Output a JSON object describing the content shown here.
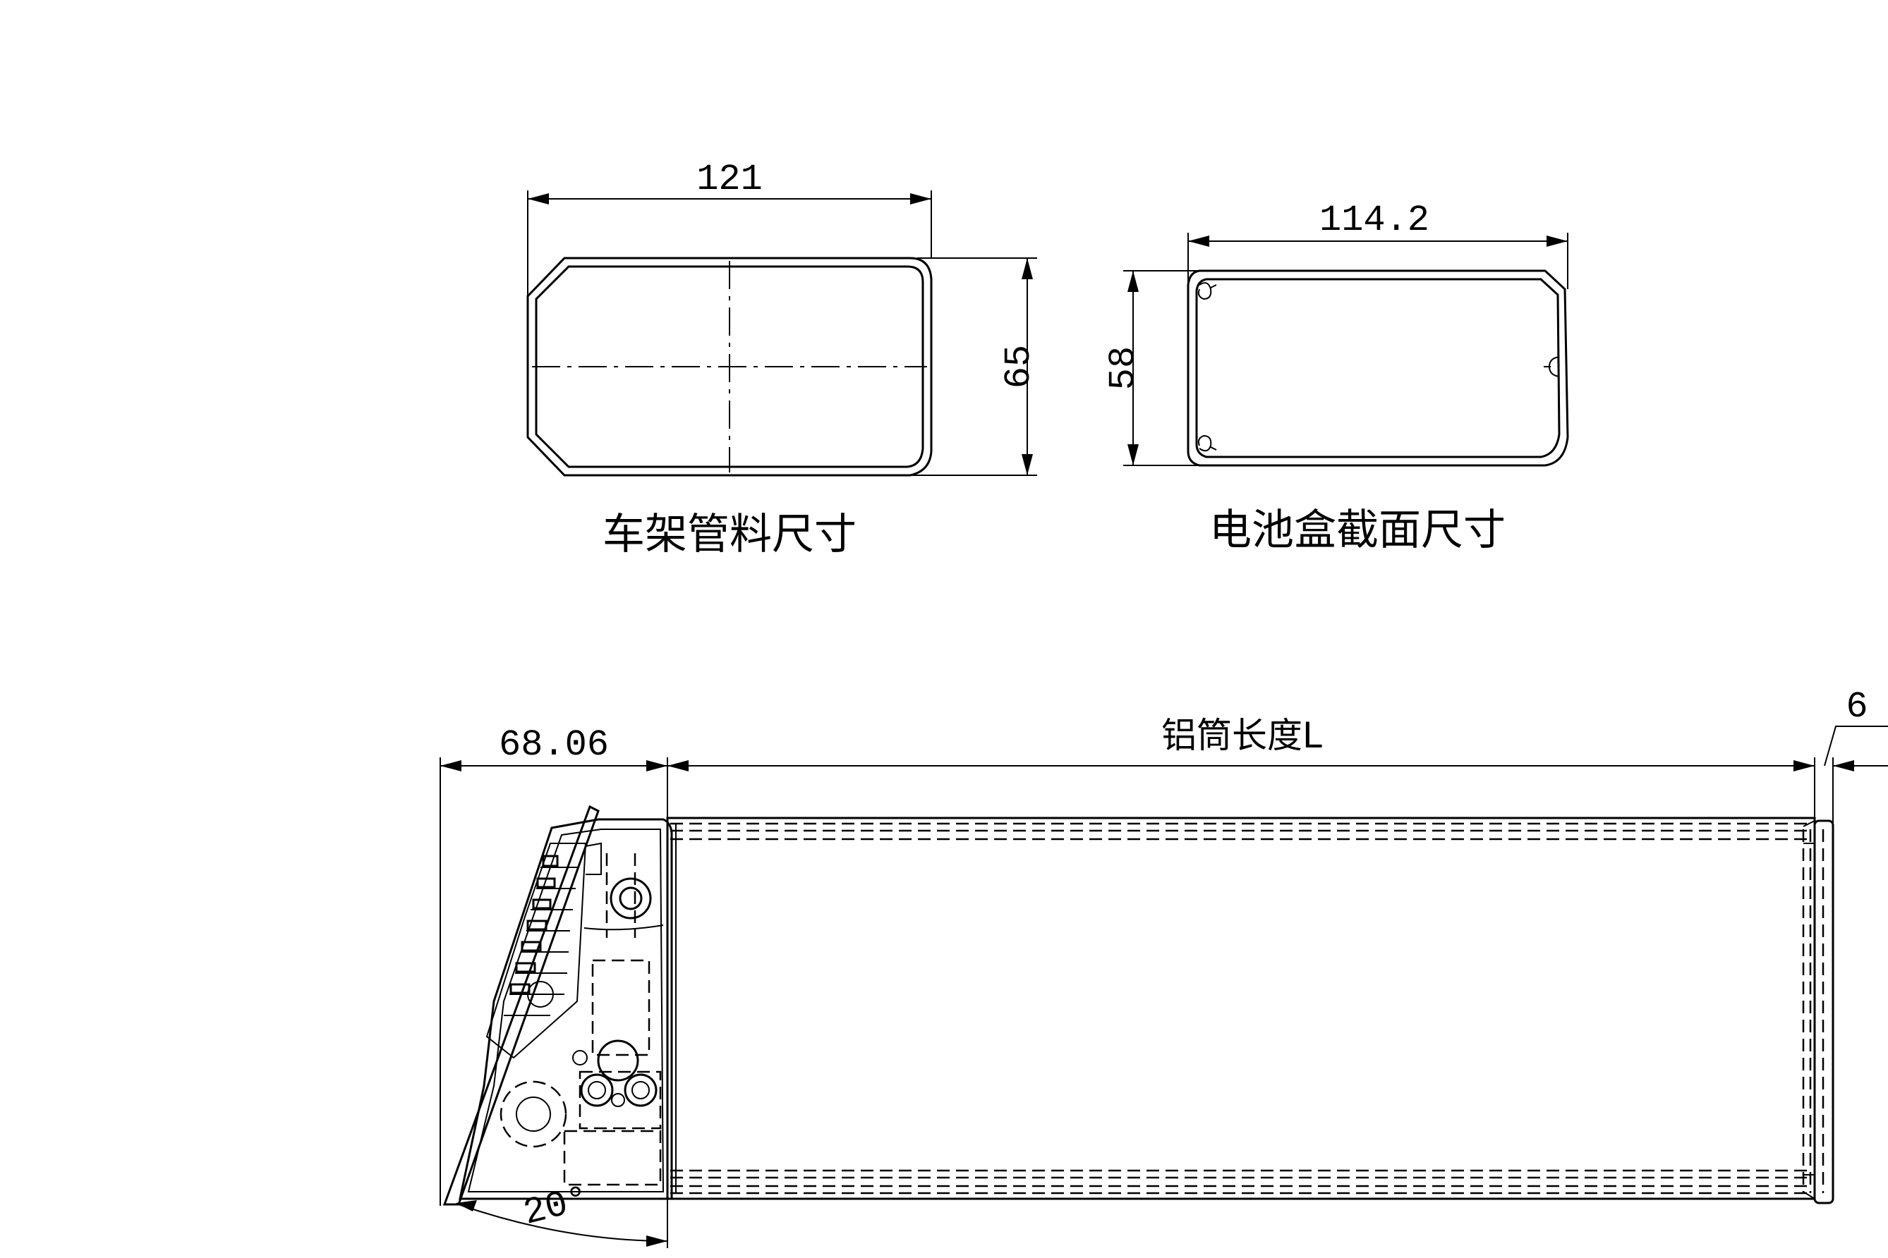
{
  "frame_tube": {
    "width_dim": "121",
    "height_dim": "65",
    "caption": "车架管料尺寸"
  },
  "battery_box_section": {
    "width_dim": "114.2",
    "height_dim": "58",
    "caption": "电池盒截面尺寸"
  },
  "side_view": {
    "endcap_dim": "68.06",
    "tube_length_label": "铝筒长度L",
    "end_dim": "6",
    "angle_label": "20°"
  }
}
